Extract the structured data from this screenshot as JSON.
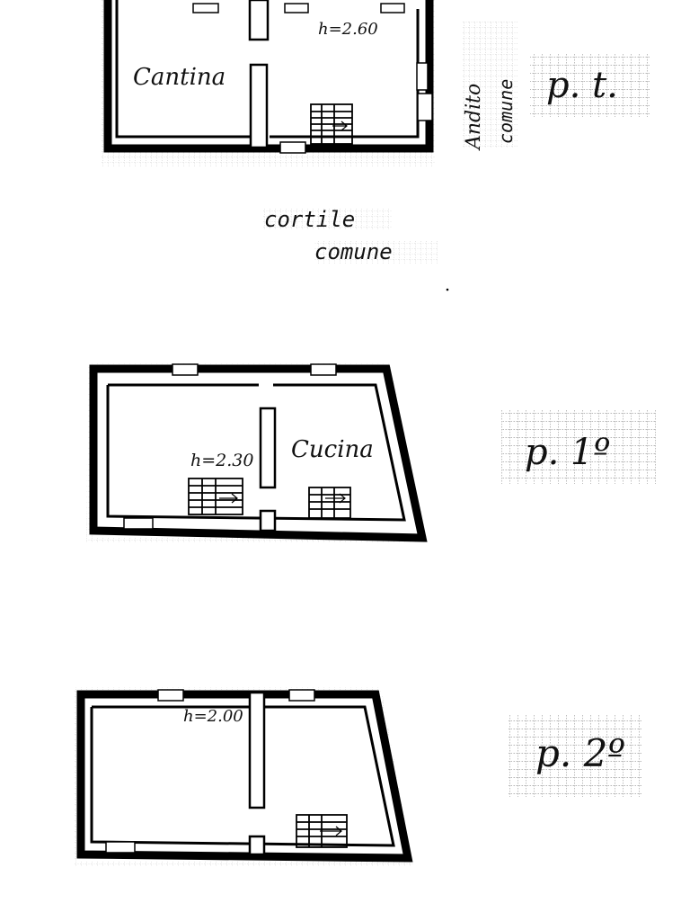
{
  "ground_floor": {
    "room_label": "Cantina",
    "height_label": "h=2.60",
    "hallway_label_1": "Andito",
    "hallway_label_2": "comune",
    "courtyard_label_1": "cortile",
    "courtyard_label_2": "comune",
    "floor_tag": "p. t."
  },
  "first_floor": {
    "room_label": "Cucina",
    "height_label": "h=2.30",
    "floor_tag": "p. 1º"
  },
  "second_floor": {
    "height_label": "h=2.00",
    "floor_tag": "p. 2º"
  }
}
